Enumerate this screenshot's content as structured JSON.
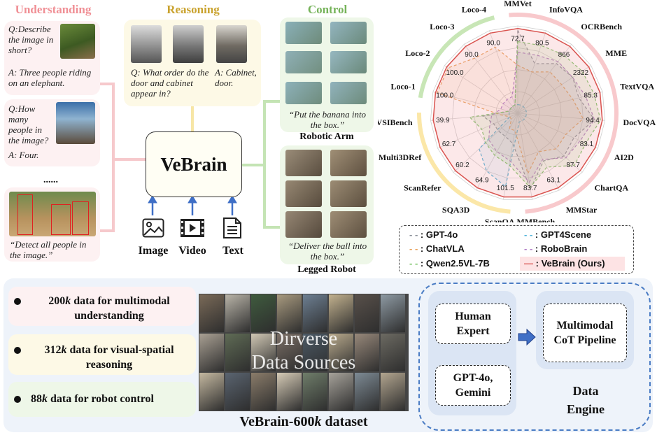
{
  "columns": {
    "understanding": "Understanding",
    "reasoning": "Reasoning",
    "control": "Control"
  },
  "understanding": {
    "q1": "Q:Describe the image in short?",
    "a1": "A: Three people riding on an elephant.",
    "q2": "Q:How many people in the image?",
    "a2": "A: Four.",
    "dots": "......",
    "q3": "“Detect all people in the image.”"
  },
  "reasoning": {
    "q": "Q: What order do the door and cabinet appear in?",
    "a": "A: Cabinet, door."
  },
  "center": {
    "title": "VeBrain",
    "inputs": [
      "Image",
      "Video",
      "Text"
    ]
  },
  "control": {
    "arm_caption": "“Put the banana into the box.”",
    "arm_label": "Robotic Arm",
    "legged_caption": "“Deliver the ball into the box.”",
    "legged_label": "Legged Robot"
  },
  "radar": {
    "axes": [
      "MMVet",
      "InfoVQA",
      "OCRBench",
      "MME",
      "TextVQA",
      "DocVQA",
      "AI2D",
      "ChartQA",
      "MMStar",
      "MMBench",
      "ScanQA",
      "SQA3D",
      "ScanRefer",
      "Multi3DRef",
      "VSIBench",
      "Loco-1",
      "Loco-2",
      "Loco-3",
      "Loco-4"
    ],
    "values": [
      "72.7",
      "80.5",
      "866",
      "2322",
      "85.3",
      "94.4",
      "83.1",
      "87.7",
      "63.1",
      "83.7",
      "101.5",
      "64.9",
      "60.2",
      "62.7",
      "39.9",
      "100.0",
      "100.0",
      "90.0",
      "90.0"
    ],
    "legend": [
      {
        "label": ": GPT-4o",
        "color": "#8a8f98"
      },
      {
        "label": ": GPT4Scene",
        "color": "#4fb3d9"
      },
      {
        "label": ": ChatVLA",
        "color": "#e8a05a"
      },
      {
        "label": ": RoboBrain",
        "color": "#b07cc6"
      },
      {
        "label": ": Qwen2.5VL-7B",
        "color": "#7cc46a"
      },
      {
        "label": ": VeBrain (Ours)",
        "color": "#d9534f"
      }
    ]
  },
  "dataset": {
    "bullets": [
      {
        "num": "200",
        "k": "k",
        "rest1": " data for multimodal",
        "rest2": "understanding"
      },
      {
        "num": "312",
        "k": "k",
        "rest1": " data for visual-spatial",
        "rest2": "reasoning"
      },
      {
        "num": "88",
        "k": "k",
        "rest1": " data for robot control",
        "rest2": ""
      }
    ],
    "overlay1": "Dirverse",
    "overlay2": "Data Sources",
    "caption_pre": "VeBrain-600",
    "caption_k": "k",
    "caption_post": " dataset"
  },
  "engine": {
    "human": "Human Expert",
    "gpt": "GPT-4o, Gemini",
    "pipeline": "Multimodal CoT Pipeline",
    "label": "Data Engine"
  }
}
